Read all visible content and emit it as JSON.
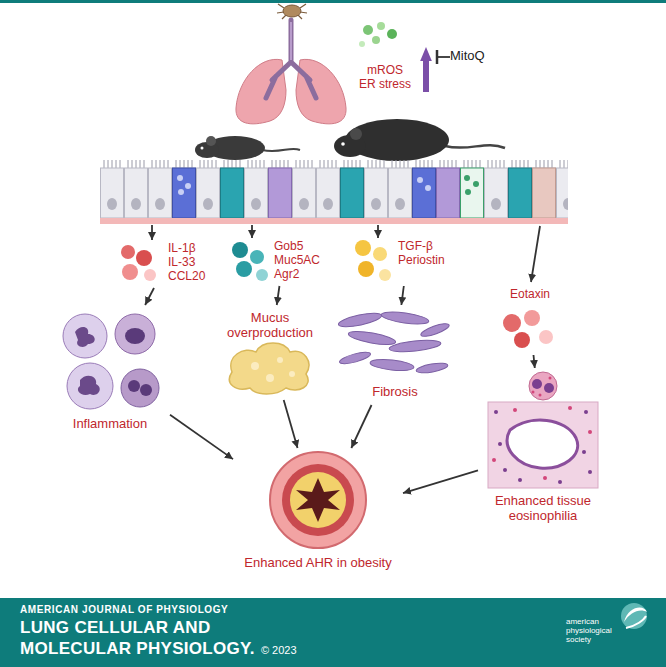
{
  "diagram": {
    "nodes": [
      {
        "text": [
          "mROS",
          "ER stress"
        ]
      },
      {
        "text": [
          "MitoQ"
        ]
      },
      {
        "text": [
          "IL-1β",
          "IL-33",
          "CCL20"
        ]
      },
      {
        "text": [
          "Gob5",
          "Muc5AC",
          "Agr2"
        ]
      },
      {
        "text": [
          "TGF-β",
          "Periostin"
        ]
      },
      {
        "text": [
          "Eotaxin"
        ]
      },
      {
        "text": [
          "Inflammation"
        ]
      },
      {
        "text": [
          "Mucus overproduction"
        ]
      },
      {
        "text": [
          "Fibrosis"
        ]
      },
      {
        "text": [
          "Enhanced tissue eosinophilia"
        ]
      },
      {
        "text": [
          "Enhanced AHR in obesity"
        ]
      }
    ],
    "edges": [
      {
        "from": 1,
        "to": 0,
        "arrow": "to"
      },
      {
        "from": 2,
        "to": 6,
        "arrow": "to"
      },
      {
        "from": 3,
        "to": 7,
        "arrow": "to"
      },
      {
        "from": 4,
        "to": 8,
        "arrow": "to"
      },
      {
        "from": 5,
        "to": 9,
        "arrow": "to"
      },
      {
        "from": 6,
        "to": 10,
        "arrow": "to"
      },
      {
        "from": 7,
        "to": 10,
        "arrow": "to"
      },
      {
        "from": 8,
        "to": 10,
        "arrow": "to"
      },
      {
        "from": 9,
        "to": 10,
        "arrow": "to"
      }
    ],
    "labels": [
      "AMERICAN JOURNAL OF PHYSIOLOGY",
      "LUNG CELLULAR AND",
      "MOLECULAR PHYSIOLOGY.",
      "© 2023",
      "american physiological society"
    ]
  }
}
